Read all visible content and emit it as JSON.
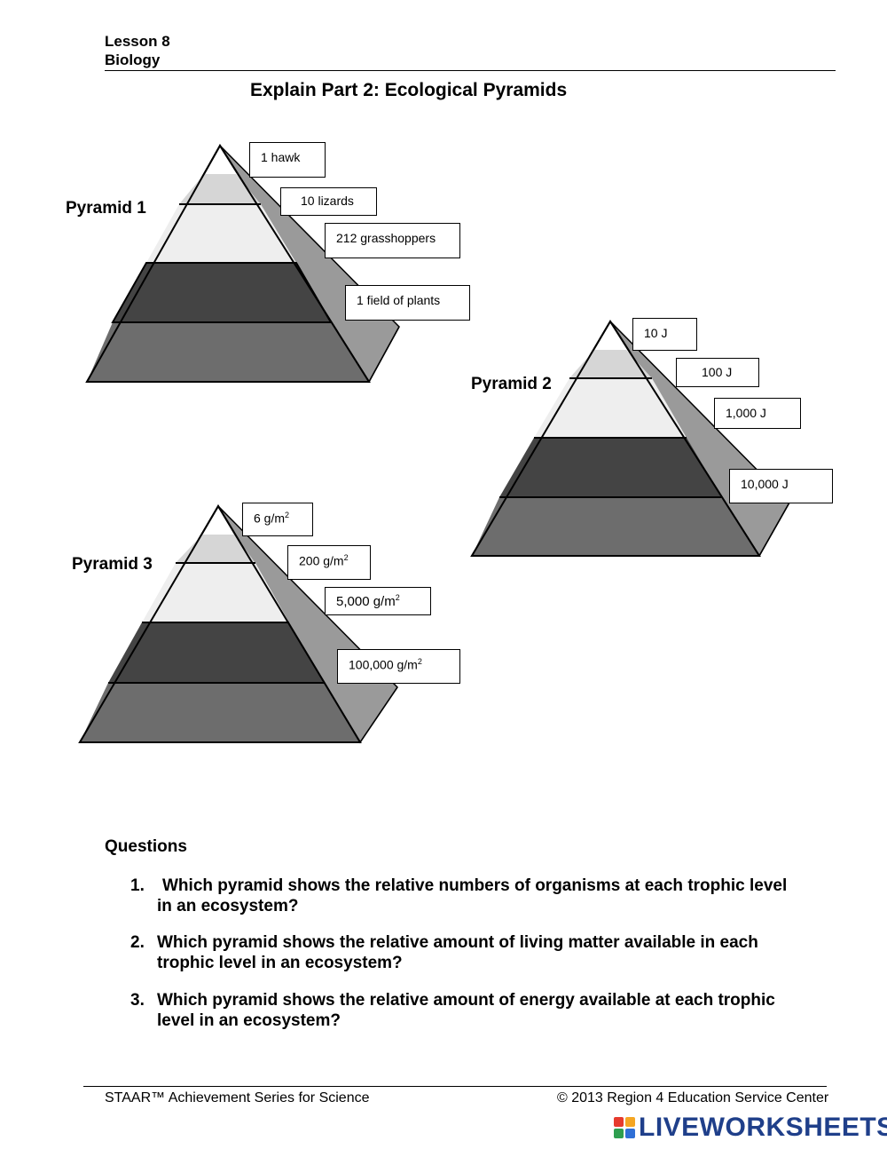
{
  "header": {
    "lesson": "Lesson 8",
    "subject": "Biology"
  },
  "title": "Explain Part 2: Ecological Pyramids",
  "pyramids": [
    {
      "name": "Pyramid 1",
      "levels": [
        "1 hawk",
        "10 lizards",
        "212 grasshoppers",
        "1 field of plants"
      ]
    },
    {
      "name": "Pyramid 2",
      "levels": [
        "10 J",
        "100 J",
        "1,000 J",
        "10,000 J"
      ]
    },
    {
      "name": "Pyramid 3",
      "levels": [
        "6 g/m",
        "200 g/m",
        "5,000 g/m",
        "100,000 g/m"
      ],
      "unit_sup": "2"
    }
  ],
  "questions": {
    "heading": "Questions",
    "items": [
      {
        "num": "1.",
        "text": "Which pyramid shows the relative numbers of organisms at each trophic level in an ecosystem?"
      },
      {
        "num": "2.",
        "text": "Which pyramid shows the relative amount of living matter available in each trophic level in an ecosystem?"
      },
      {
        "num": "3.",
        "text": "Which pyramid shows the relative amount of energy available at each trophic level in an ecosystem?"
      }
    ]
  },
  "footer": {
    "left": "STAAR™ Achievement Series for Science",
    "right": "© 2013 Region 4 Education Service Center"
  },
  "brand": {
    "name": "LIVEWORKSHEETS",
    "colors": [
      "#e63b2e",
      "#f5a623",
      "#2e9e4f",
      "#2f6fd6"
    ]
  }
}
